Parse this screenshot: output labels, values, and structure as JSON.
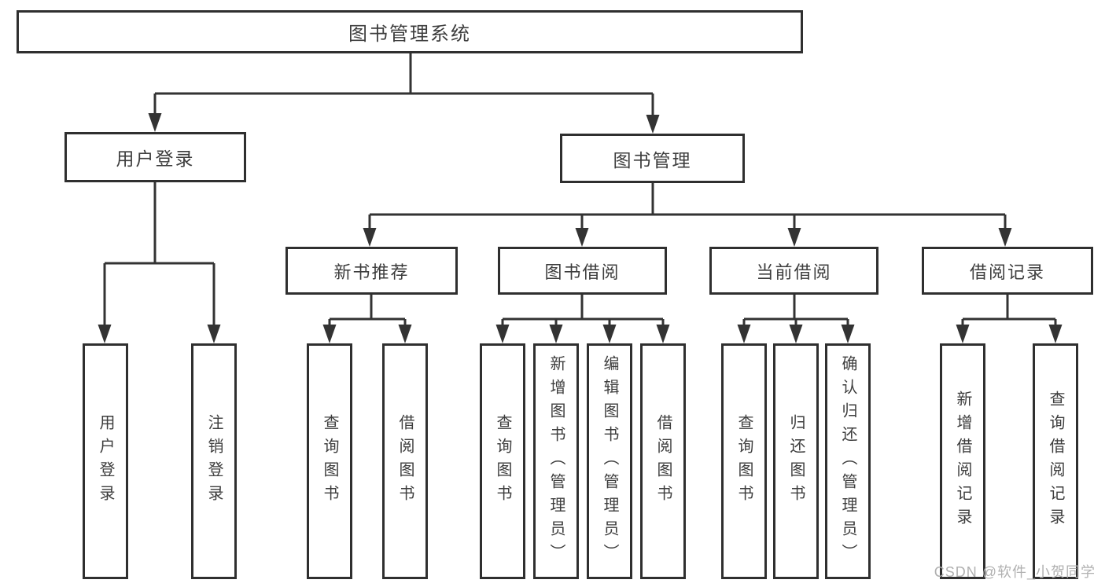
{
  "diagram": {
    "title": "图书管理系统",
    "nodes": {
      "root": {
        "label": "图书管理系统"
      },
      "level2": [
        {
          "label": "用户登录"
        },
        {
          "label": "图书管理"
        }
      ],
      "level3": [
        {
          "label": "新书推荐"
        },
        {
          "label": "图书借阅"
        },
        {
          "label": "当前借阅"
        },
        {
          "label": "借阅记录"
        }
      ],
      "leaves": [
        {
          "label": "用户登录",
          "parent": "用户登录"
        },
        {
          "label": "注销登录",
          "parent": "用户登录"
        },
        {
          "label": "查询图书",
          "parent": "新书推荐"
        },
        {
          "label": "借阅图书",
          "parent": "新书推荐"
        },
        {
          "label": "查询图书",
          "parent": "图书借阅"
        },
        {
          "label": "新增图书（管理员）",
          "parent": "图书借阅"
        },
        {
          "label": "编辑图书（管理员）",
          "parent": "图书借阅"
        },
        {
          "label": "借阅图书",
          "parent": "图书借阅"
        },
        {
          "label": "查询图书",
          "parent": "当前借阅"
        },
        {
          "label": "归还图书",
          "parent": "当前借阅"
        },
        {
          "label": "确认归还（管理员）",
          "parent": "当前借阅"
        },
        {
          "label": "新增借阅记录",
          "parent": "借阅记录"
        },
        {
          "label": "查询借阅记录",
          "parent": "借阅记录"
        }
      ]
    },
    "colors": {
      "line": "#333333",
      "border": "#2f2f2f",
      "text": "#3d3d3d",
      "background": "#ffffff",
      "watermark": "#b0b0b0"
    }
  },
  "watermark": {
    "text": "CSDN @软件_小贺同学"
  }
}
